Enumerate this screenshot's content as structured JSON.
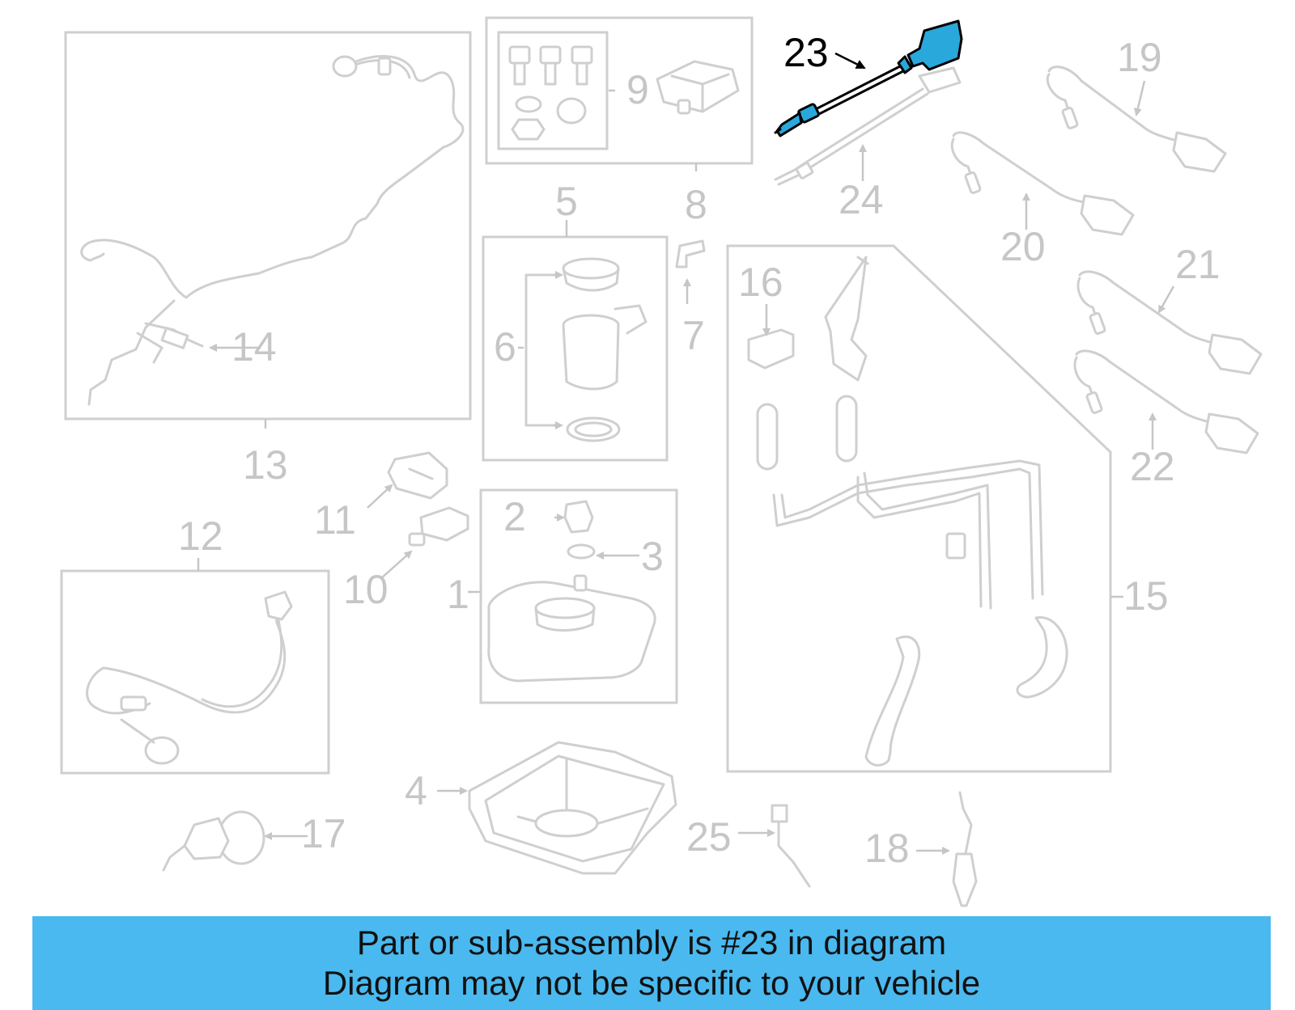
{
  "diagram": {
    "highlighted_part": "23",
    "callouts": [
      "1",
      "2",
      "3",
      "4",
      "5",
      "6",
      "7",
      "8",
      "9",
      "10",
      "11",
      "12",
      "13",
      "14",
      "15",
      "16",
      "17",
      "18",
      "19",
      "20",
      "21",
      "22",
      "23",
      "24",
      "25"
    ],
    "colors": {
      "highlight_fill": "#29a8dc",
      "muted_line": "#cfcfcf",
      "banner": "#4ab9ef"
    }
  },
  "banner": {
    "line1": "Part or sub-assembly is #23 in diagram",
    "line2": "Diagram may not be specific to your vehicle"
  }
}
